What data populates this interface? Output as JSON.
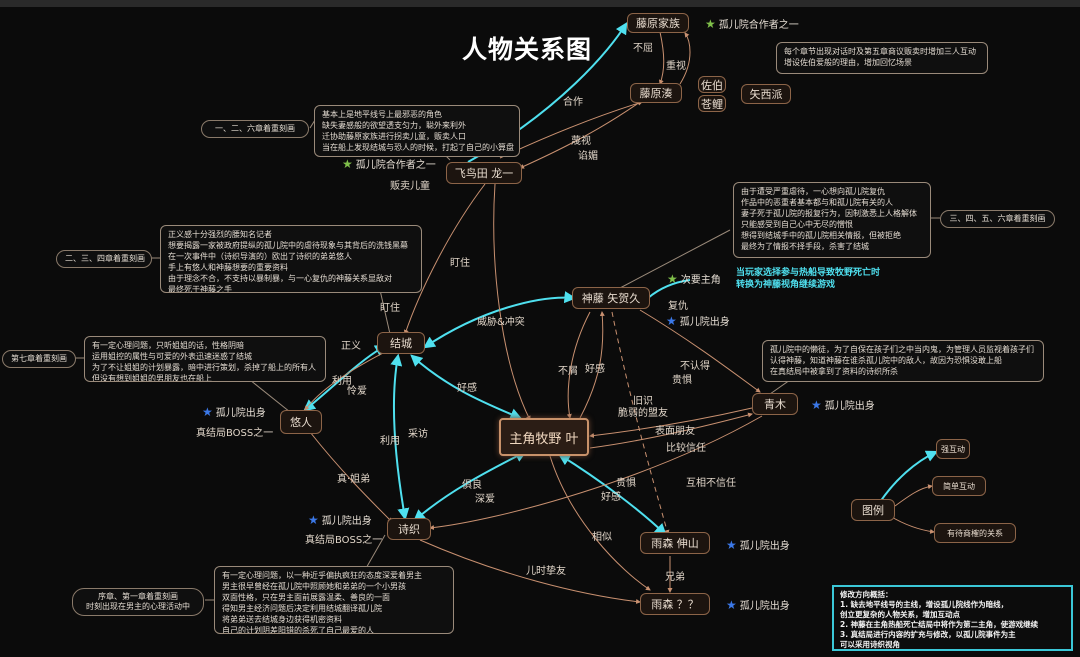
{
  "title": "人物关系图",
  "nodes": {
    "main": "主角牧野 叶",
    "fujiwara_family": "藤原家族",
    "fujiwara_mina": "藤原湊",
    "zuobo": "佐伯",
    "cangli": "苍鲤",
    "shixi": "矢西派",
    "hitoda": "飞鸟田 龙一",
    "yuicho": "结城",
    "kamifuji": "神藤 矢贺久",
    "yuki": "悠人",
    "aoki": "青木",
    "shiori": "诗织",
    "amamori_shin": "雨森 伸山",
    "amamori_q": "雨森 ？？",
    "legend_root": "图例",
    "legend_strong": "强互动",
    "legend_simple": "简单互动",
    "legend_attn": "有待商榷的关系"
  },
  "edge_labels": {
    "buqu": "不屈",
    "zhongshi": "重视",
    "hezuo": "合作",
    "miaoshi": "蔑视",
    "chanmei": "谄媚",
    "dingzhu1": "盯住",
    "dingzhu2": "盯住",
    "zhengyi": "正义",
    "liyong1": "利用",
    "lingai": "怜爱",
    "weixie": "威胁&冲突",
    "haogan1": "好感",
    "buxie": "不屑",
    "haogan2": "好感",
    "fuchou": "复仇",
    "burende": "不认得",
    "guiju": "贵惧",
    "jiushi": "旧识",
    "ruoruo": "脆弱的盟友",
    "biaomian": "表面朋友",
    "bijiao": "比较信任",
    "liyong2": "利用",
    "caifang": "采访",
    "zhenjie": "真·姐弟",
    "juexiao": "俱良",
    "shenai": "深爱",
    "guiju2": "贵惧",
    "haogan3": "好感",
    "huxiang": "互相不信任",
    "xiangsi": "相似",
    "ershi": "儿时挚友",
    "xiongdi": "兄弟"
  },
  "badges": {
    "fujiwara_partner": "孤儿院合作者之一",
    "hitoda_partner": "孤儿院合作者之一",
    "hitoda_sub": "贩卖儿童",
    "kamifuji_role": "次要主角",
    "kamifuji_origin": "孤儿院出身",
    "yuki_origin": "孤儿院出身",
    "yuki_boss": "真结局BOSS之一",
    "aoki_origin": "孤儿院出身",
    "shiori_origin": "孤儿院出身",
    "shiori_boss": "真结局BOSS之一",
    "shin_origin": "孤儿院出身",
    "q_origin": "孤儿院出身"
  },
  "chapters": {
    "hitoda": "一、二、六章着重刻画",
    "yuicho": "二、三、四章着重刻画",
    "yuki": "第七章着重刻画",
    "kamifuji": "三、四、五、六章着重刻画",
    "shiori": [
      "序章、第一章着重刻画",
      "时刻出现在男主的心理活动中"
    ]
  },
  "notes": {
    "shixi": [
      "每个章节出现对话时及第五章商议贩卖时增加三人互动",
      "增设佐伯爱般的理由，增加回忆场景"
    ],
    "hitoda": [
      "基本上是地平线号上最邪恶的角色",
      "缺失妻感般的欲望透支匀力，聪外来利外",
      "迁协助藤原家族进行拐卖儿童，贩卖人口",
      "当在船上发现结城与恐人的时候，打起了自己的小算盘"
    ],
    "yuicho": [
      "正义感十分强烈的腰知名记者",
      "想要揭露一家被政府提纵的孤儿院中的虐待现象与其背后的洗钱黑幕",
      "在一次事件中（诗织导演的）欧出了诗织的弟弟悠人",
      "手上有悠人和神藤想要的重要资料",
      "由于理念不合，不支持以暴制暴，与一心复仇的神藤关系显敌对",
      "最终死于神藤之手"
    ],
    "kamifuji": [
      "由于遭受严重虐待，一心想向孤儿院复仇",
      "作品中的恶重者基本都与和孤儿院有关的人",
      "妻子死于孤儿院的报复行为，因制激悉上人格解体",
      "只能感受到自己心中无尽的憎恨",
      "想得到结城手中的孤儿院相关情报，但被拒绝",
      "最终为了情报不择手段，杀害了结城"
    ],
    "yuki": [
      "有一定心理问题，只听姐姐的话，性格阴暗",
      "运用姐控的属性与可爱的外表迅速迷惑了结城",
      "为了不让姐姐的计划暴露，暗中进行策划，杀掉了船上的所有人",
      "但没有想到姐姐的男朋友也在船上"
    ],
    "aoki": [
      "孤儿院中的懒徒，为了自保在孩子们之中当内鬼，为管理人员监视着孩子们",
      "认得神藤，知道神藤在谁杀孤儿院中的敌人，故因为恐惧没敢上船",
      "在真结局中被拿到了资料的诗织所杀"
    ],
    "shiori": [
      "有一定心理问题，以一种近乎偏执疯狂的态度深爱着男主",
      "男主很早曾经在孤儿院中照顾她和弟弟的一个小男孩",
      "双面性格，只在男主面前展露温柔、善良的一面",
      "得知男主经济问题后决定利用结城翻译孤儿院",
      "将弟弟送去结城身边获得机密资料",
      "自己的计划阴差阳错的杀死了自己最爱的人"
    ]
  },
  "cyan_note": [
    "当玩家选择参与热船导致牧野死亡时",
    "转换为神藤视角继续游戏"
  ],
  "summary": [
    "修改方向概括：",
    "1. 缺去地平线号的主线，增设孤儿院线作为暗线，",
    "   创立更复杂的人物关系，增加互动点",
    "2. 神藤在主角热船死亡结局中将作为第二主角，使游戏继续",
    "3. 真结局进行内容的扩充与修改，以孤儿院事件为主",
    "   可以采用诗织视角"
  ],
  "colors": {
    "strong": "#4fe0ef",
    "simple": "#c89070",
    "node_border": "#8c6448",
    "star_green": "#7fbf4a",
    "star_blue": "#3b78e7"
  }
}
